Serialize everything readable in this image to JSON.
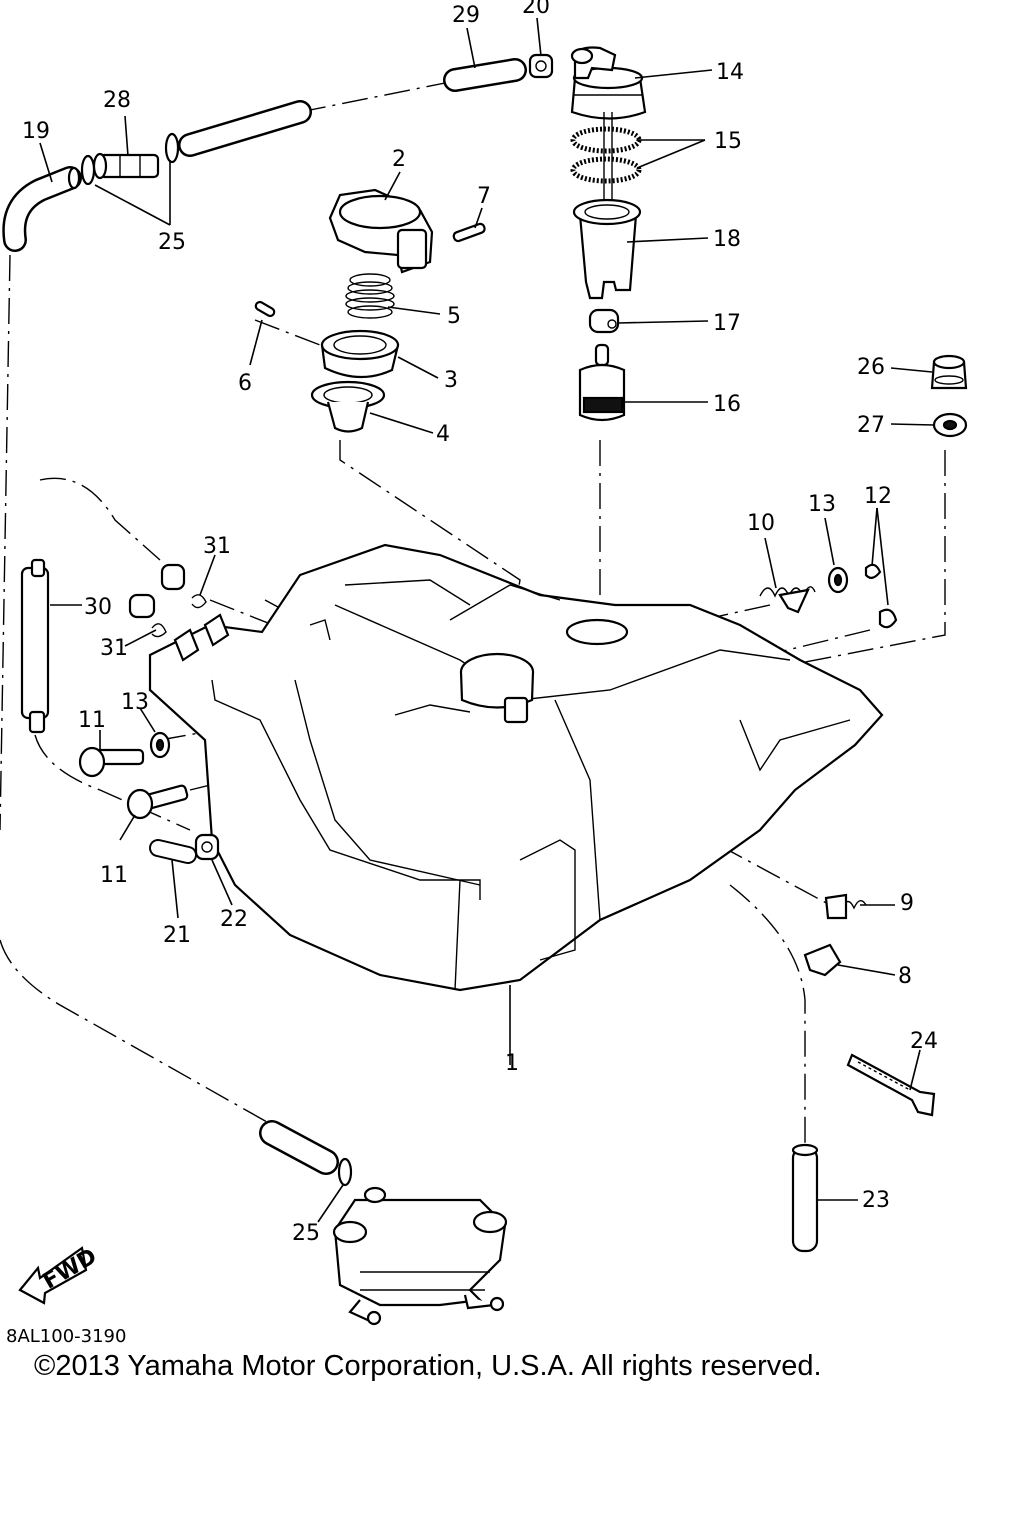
{
  "callouts": [
    "1",
    "2",
    "3",
    "4",
    "5",
    "6",
    "7",
    "8",
    "9",
    "10",
    "11",
    "11",
    "12",
    "13",
    "13",
    "14",
    "15",
    "16",
    "17",
    "18",
    "19",
    "20",
    "21",
    "22",
    "23",
    "24",
    "25",
    "25",
    "26",
    "27",
    "28",
    "29",
    "30",
    "31",
    "31"
  ],
  "fwd_label": "FWD",
  "ref_code": "8AL100-3190",
  "copyright": "©2013 Yamaha Motor Corporation, U.S.A. All rights reserved."
}
